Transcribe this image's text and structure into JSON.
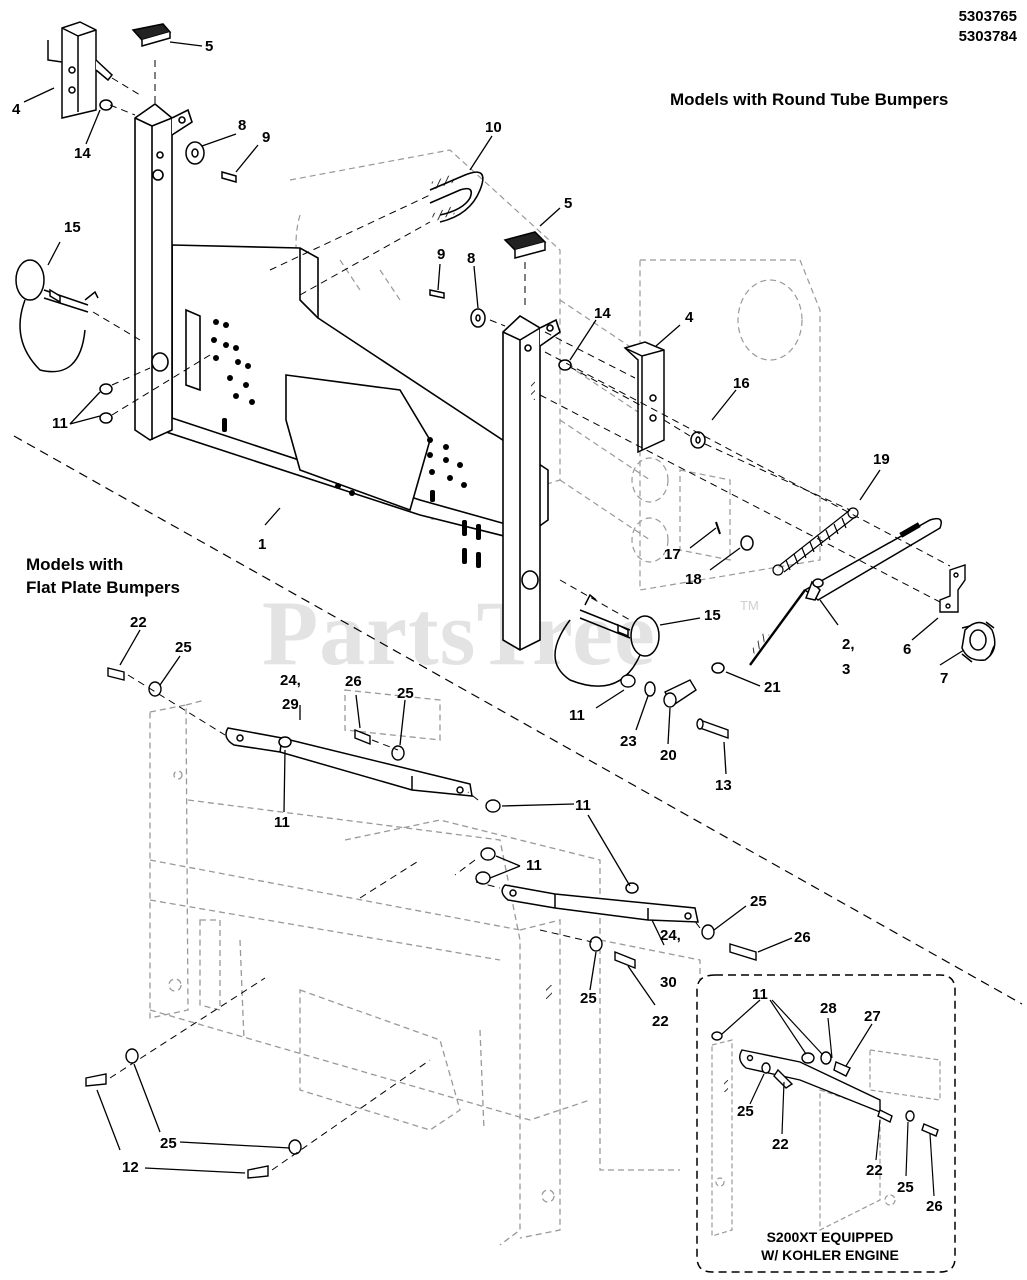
{
  "doc_numbers": [
    "5303765",
    "5303784"
  ],
  "headings": {
    "round_tube": "Models with Round Tube Bumpers",
    "flat_plate_line1": "Models with",
    "flat_plate_line2": "Flat Plate Bumpers"
  },
  "inset_caption": {
    "line1": "S200XT EQUIPPED",
    "line2": "W/ KOHLER ENGINE"
  },
  "watermark": "PartsTree",
  "watermark_mark": "TM",
  "callouts": [
    {
      "id": "c-5a",
      "text": "5"
    },
    {
      "id": "c-4a",
      "text": "4"
    },
    {
      "id": "c-14a",
      "text": "14"
    },
    {
      "id": "c-8a",
      "text": "8"
    },
    {
      "id": "c-9a",
      "text": "9"
    },
    {
      "id": "c-10",
      "text": "10"
    },
    {
      "id": "c-5b",
      "text": "5"
    },
    {
      "id": "c-9b",
      "text": "9"
    },
    {
      "id": "c-8b",
      "text": "8"
    },
    {
      "id": "c-14b",
      "text": "14"
    },
    {
      "id": "c-4b",
      "text": "4"
    },
    {
      "id": "c-15a",
      "text": "15"
    },
    {
      "id": "c-11a",
      "text": "11"
    },
    {
      "id": "c-16",
      "text": "16"
    },
    {
      "id": "c-19",
      "text": "19"
    },
    {
      "id": "c-1",
      "text": "1"
    },
    {
      "id": "c-17",
      "text": "17"
    },
    {
      "id": "c-18",
      "text": "18"
    },
    {
      "id": "c-15b",
      "text": "15"
    },
    {
      "id": "c-2",
      "text": "2,"
    },
    {
      "id": "c-3",
      "text": "3"
    },
    {
      "id": "c-6",
      "text": "6"
    },
    {
      "id": "c-7",
      "text": "7"
    },
    {
      "id": "c-21",
      "text": "21"
    },
    {
      "id": "c-11b",
      "text": "11"
    },
    {
      "id": "c-23",
      "text": "23"
    },
    {
      "id": "c-20",
      "text": "20"
    },
    {
      "id": "c-13",
      "text": "13"
    },
    {
      "id": "c-22a",
      "text": "22"
    },
    {
      "id": "c-25a",
      "text": "25"
    },
    {
      "id": "c-24a",
      "text": "24,"
    },
    {
      "id": "c-29",
      "text": "29"
    },
    {
      "id": "c-26a",
      "text": "26"
    },
    {
      "id": "c-25b",
      "text": "25"
    },
    {
      "id": "c-11c",
      "text": "11"
    },
    {
      "id": "c-11d",
      "text": "11"
    },
    {
      "id": "c-11e",
      "text": "11"
    },
    {
      "id": "c-25c",
      "text": "25"
    },
    {
      "id": "c-26b",
      "text": "26"
    },
    {
      "id": "c-24b",
      "text": "24,"
    },
    {
      "id": "c-30",
      "text": "30"
    },
    {
      "id": "c-25d",
      "text": "25"
    },
    {
      "id": "c-22b",
      "text": "22"
    },
    {
      "id": "c-11f",
      "text": "11"
    },
    {
      "id": "c-28",
      "text": "28"
    },
    {
      "id": "c-27",
      "text": "27"
    },
    {
      "id": "c-25e",
      "text": "25"
    },
    {
      "id": "c-22c",
      "text": "22"
    },
    {
      "id": "c-22d",
      "text": "22"
    },
    {
      "id": "c-25f",
      "text": "25"
    },
    {
      "id": "c-26c",
      "text": "26"
    },
    {
      "id": "c-25g",
      "text": "25"
    },
    {
      "id": "c-12",
      "text": "12"
    }
  ]
}
